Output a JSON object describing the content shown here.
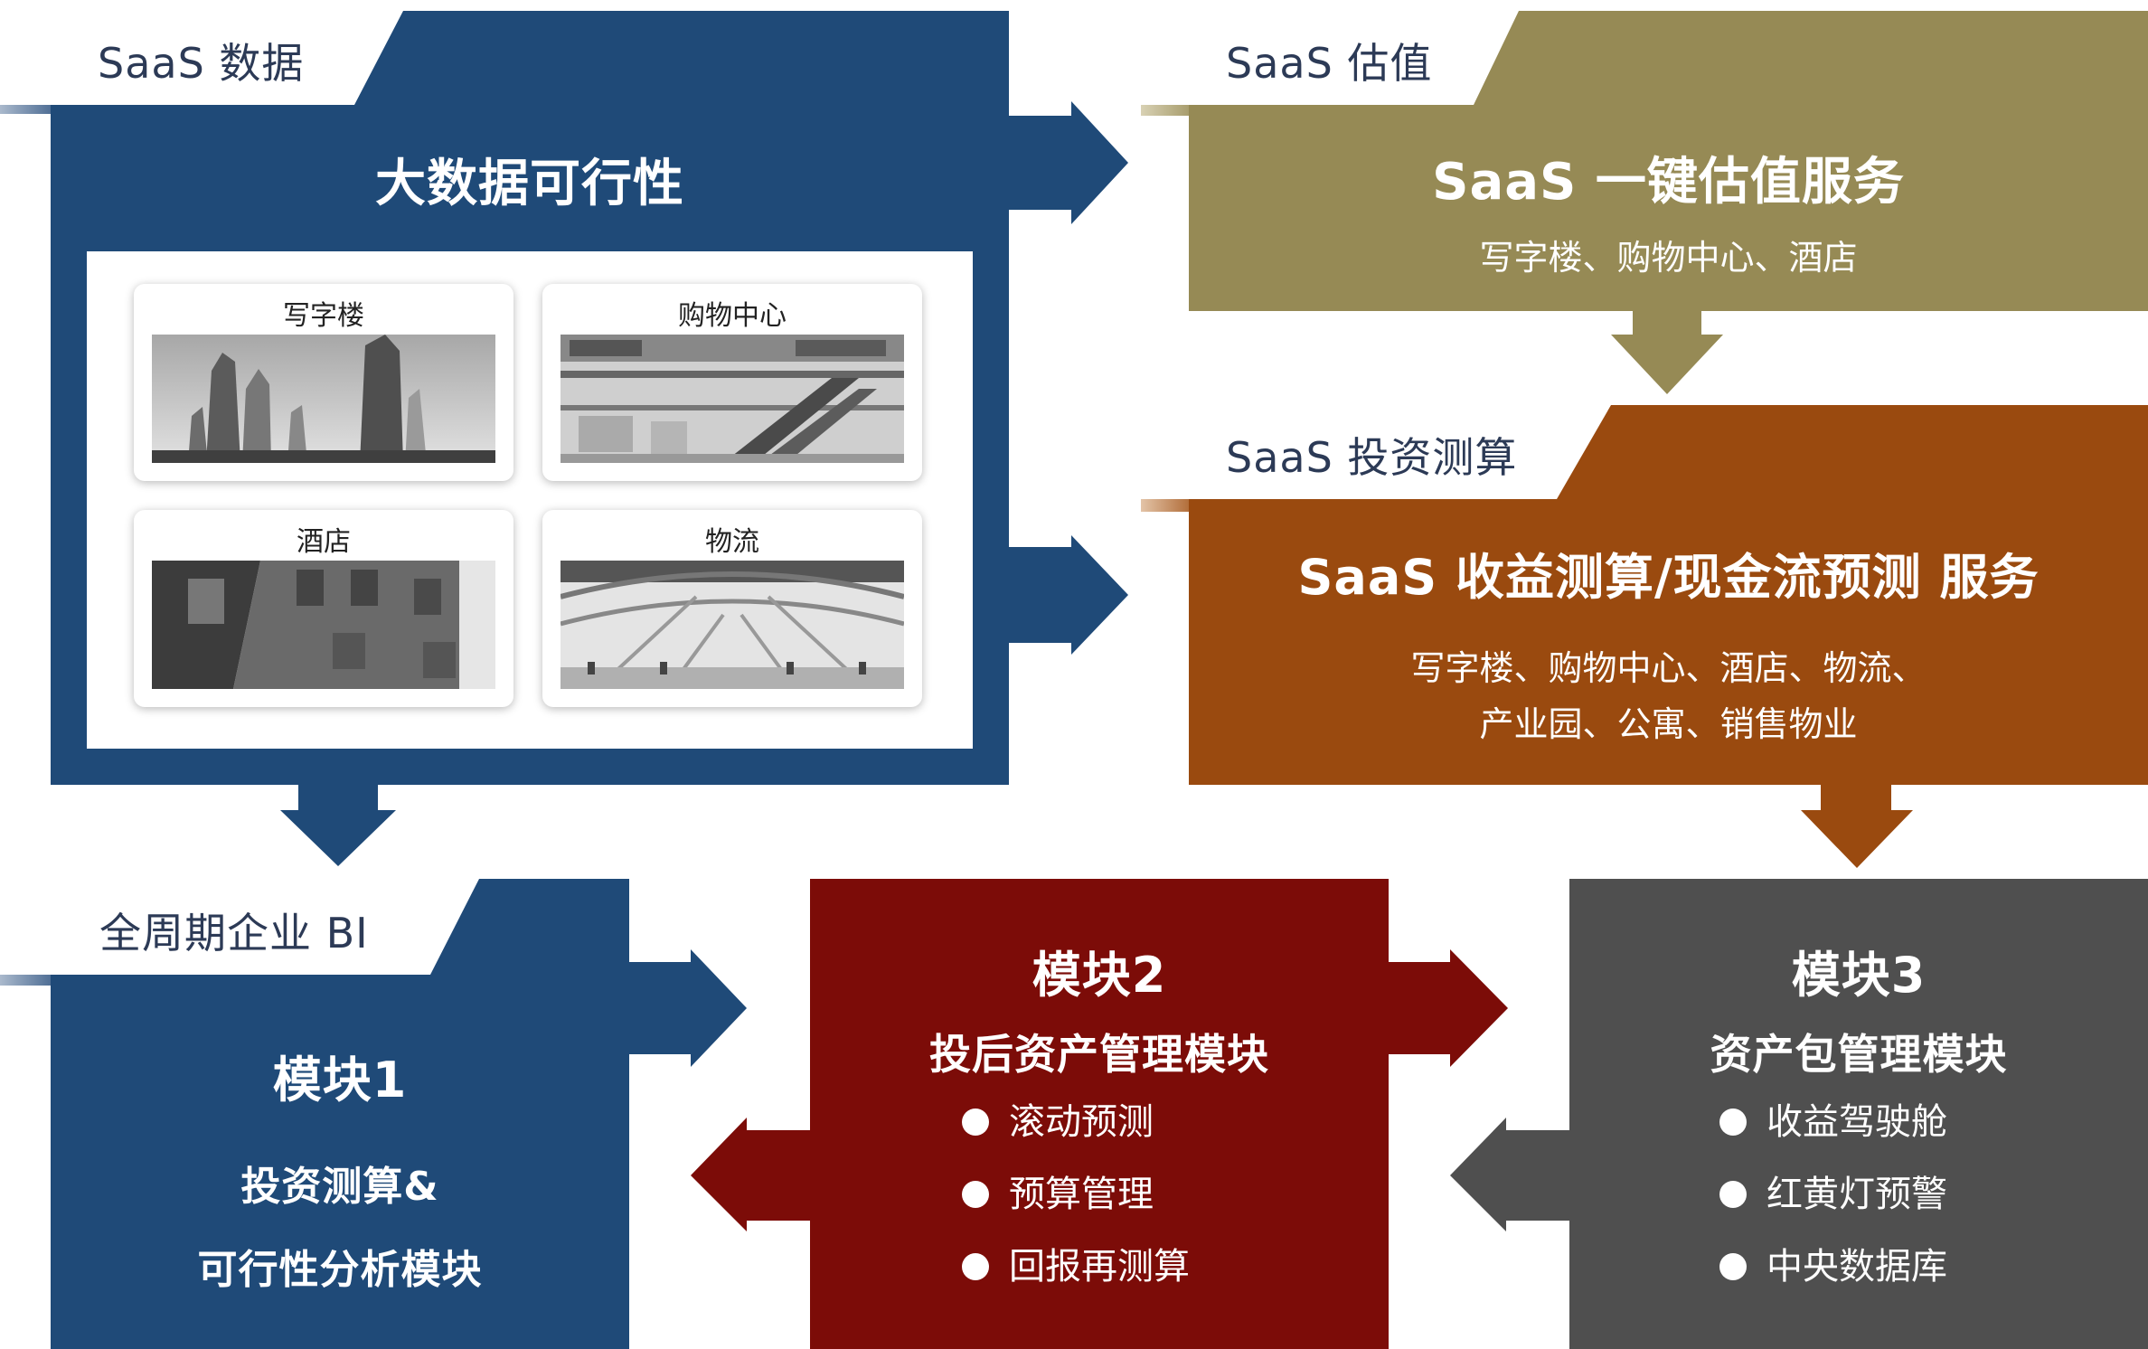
{
  "colors": {
    "navy": "#1f4a78",
    "olive": "#968a55",
    "rust": "#9a4a0f",
    "maroon": "#7c0c08",
    "gray": "#4f4f4f"
  },
  "saas_data": {
    "tab": "SaaS 数据",
    "title": "大数据可行性",
    "cards": [
      {
        "label": "写字楼",
        "photo": "office-towers-photo"
      },
      {
        "label": "购物中心",
        "photo": "mall-escalator-photo"
      },
      {
        "label": "酒店",
        "photo": "hotel-green-wall-photo"
      },
      {
        "label": "物流",
        "photo": "logistics-hall-photo"
      }
    ]
  },
  "saas_valuation": {
    "tab": "SaaS 估值",
    "title": "SaaS 一键估值服务",
    "subtitle": "写字楼、购物中心、酒店"
  },
  "saas_investment": {
    "tab": "SaaS 投资测算",
    "title": "SaaS 收益测算/现金流预测 服务",
    "subtitle_line1": "写字楼、购物中心、酒店、物流、",
    "subtitle_line2": "产业园、公寓、销售物业"
  },
  "bi": {
    "tab": "全周期企业 BI"
  },
  "module1": {
    "title": "模块1",
    "line1": "投资测算&",
    "line2": "可行性分析模块"
  },
  "module2": {
    "title": "模块2",
    "subtitle": "投后资产管理模块",
    "items": [
      "滚动预测",
      "预算管理",
      "回报再测算"
    ]
  },
  "module3": {
    "title": "模块3",
    "subtitle": "资产包管理模块",
    "items": [
      "收益驾驶舱",
      "红黄灯预警",
      "中央数据库"
    ]
  }
}
